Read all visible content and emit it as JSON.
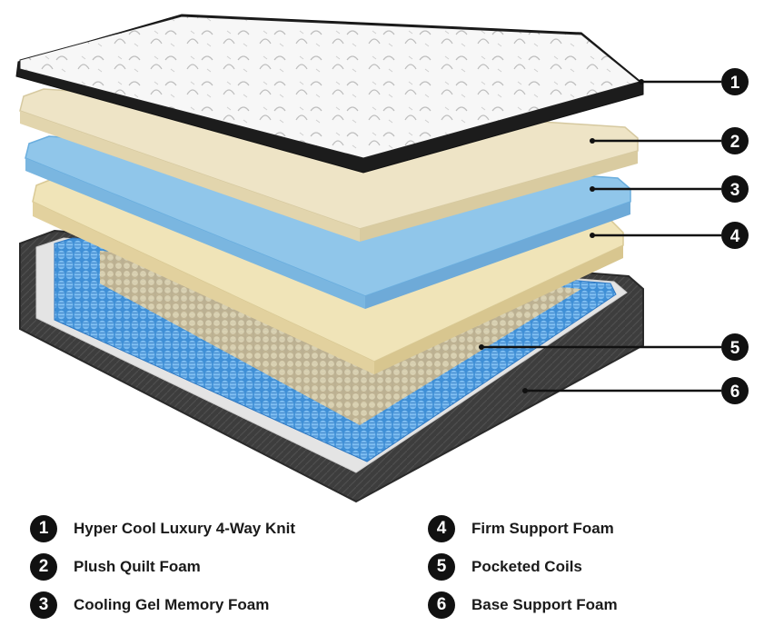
{
  "layers": [
    {
      "number": "1",
      "label": "Hyper Cool Luxury 4-Way Knit"
    },
    {
      "number": "2",
      "label": "Plush Quilt Foam"
    },
    {
      "number": "3",
      "label": "Cooling Gel Memory Foam"
    },
    {
      "number": "4",
      "label": "Firm Support Foam"
    },
    {
      "number": "5",
      "label": "Pocketed Coils"
    },
    {
      "number": "6",
      "label": "Base Support Foam"
    }
  ],
  "colors": {
    "knit_top": "#f4f4f4",
    "knit_border": "#1c1c1c",
    "plush_foam": "#ede3c4",
    "gel_foam": "#8ec4e8",
    "firm_foam": "#efe2b6",
    "coils": "#5aa6e3",
    "base_border": "#3a3a3a",
    "base_inner": "#e6e6e6",
    "callout": "#111111"
  }
}
